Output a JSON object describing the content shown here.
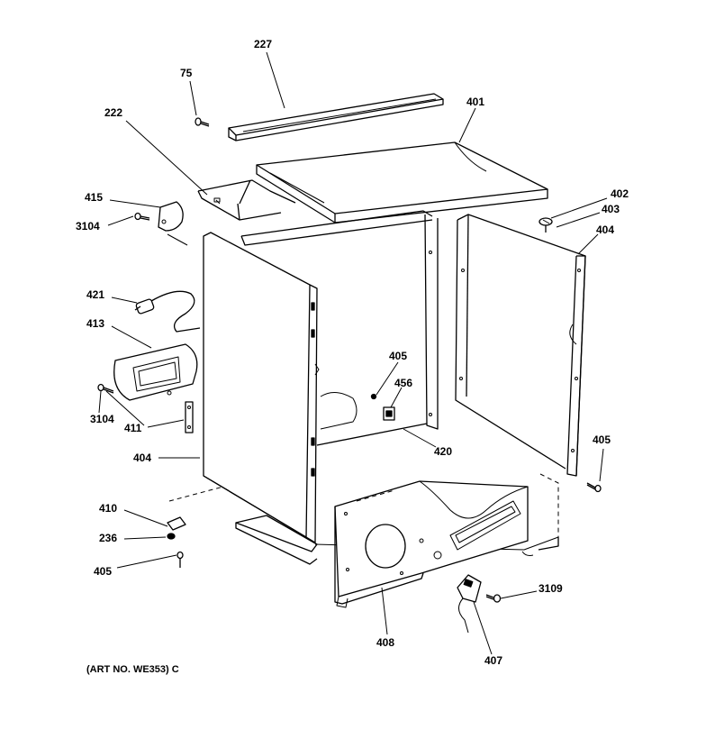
{
  "labels": {
    "l227": "227",
    "l75": "75",
    "l401": "401",
    "l222": "222",
    "l415": "415",
    "l3104a": "3104",
    "l402": "402",
    "l403": "403",
    "l404a": "404",
    "l421": "421",
    "l413": "413",
    "l405a": "405",
    "l456": "456",
    "l3104b": "3104",
    "l411": "411",
    "l420": "420",
    "l404b": "404",
    "l405b": "405",
    "l410": "410",
    "l236": "236",
    "l405c": "405",
    "l3109": "3109",
    "l408": "408",
    "l407": "407"
  },
  "art_number": "(ART NO. WE353) C"
}
